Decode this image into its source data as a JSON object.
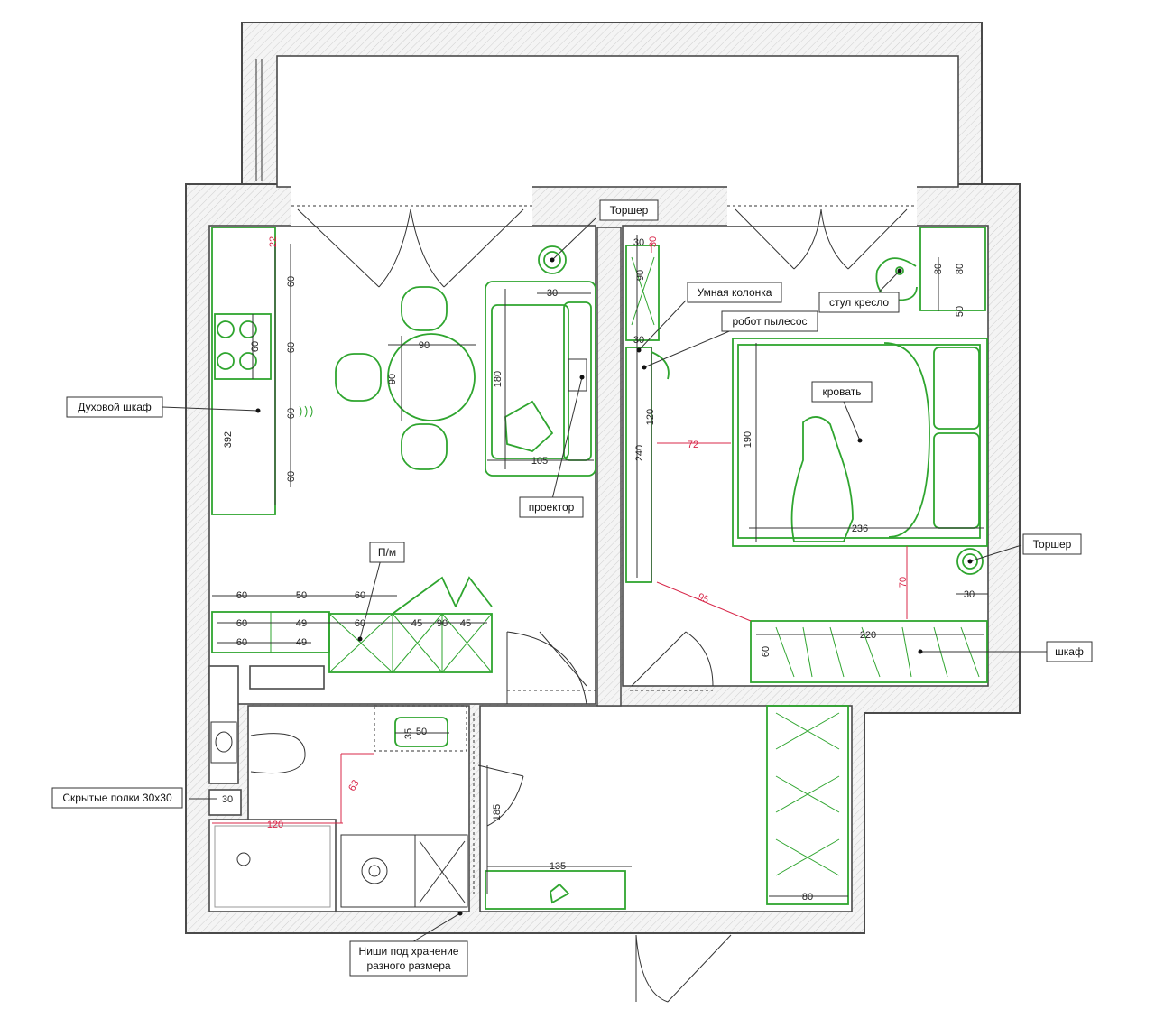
{
  "labels": {
    "torsher_top": "Торшер",
    "smart_speaker": "Умная колонка",
    "chair": "стул кресло",
    "robot": "робот пылесос",
    "bed": "кровать",
    "oven": "Духовой шкаф",
    "projector": "проектор",
    "dishwasher": "П/м",
    "torsher_right": "Торшер",
    "wardrobe": "шкаф",
    "hidden_shelves": "Скрытые полки 30х30",
    "niches_line1": "Ниши под хранение",
    "niches_line2": "разного размера"
  },
  "dims": {
    "k22": "22",
    "k60a": "60",
    "k60b": "60",
    "k60c": "60",
    "k60d": "60",
    "k392": "392",
    "k60e": "60",
    "t90h": "90",
    "t90v": "90",
    "s30": "30",
    "s180": "180",
    "s105": "105",
    "b60a": "60",
    "b50a": "50",
    "b60b": "60",
    "b60c": "60",
    "b49a": "49",
    "b60d": "60",
    "b45a": "45",
    "b90": "90",
    "b45b": "45",
    "b60e": "60",
    "b49b": "49",
    "r30a": "30",
    "r30red": "30",
    "r90": "90",
    "r30b": "30",
    "r120": "120",
    "r240": "240",
    "r72": "72",
    "r190": "190",
    "r236": "236",
    "r80a": "80",
    "r80b": "80",
    "r50": "50",
    "r70": "70",
    "r30c": "30",
    "r95": "95",
    "r220": "220",
    "r60": "60",
    "w35": "35",
    "w50": "50",
    "w63": "63",
    "w30": "30",
    "w120": "120",
    "h185": "185",
    "h135": "135",
    "h80": "80"
  }
}
